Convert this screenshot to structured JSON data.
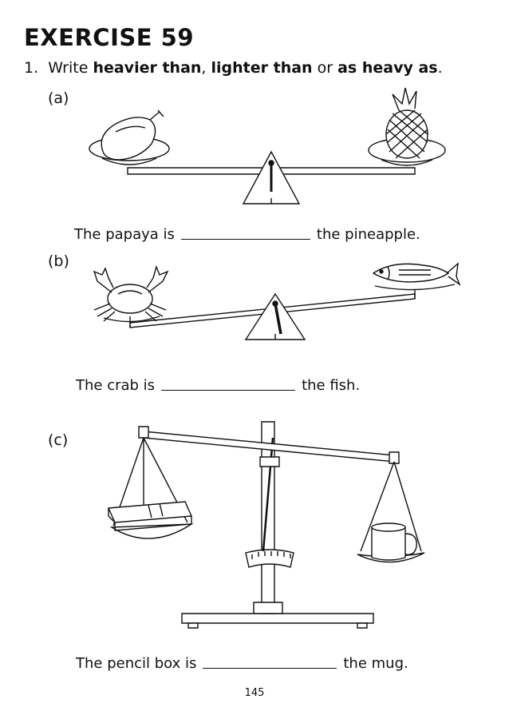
{
  "title": "EXERCISE 59",
  "instruction": {
    "number": "1.",
    "prefix": "Write",
    "option1": "heavier than",
    "sep1": ",",
    "option2": "lighter than",
    "sep2": "or",
    "option3": "as heavy as",
    "end": "."
  },
  "questions": [
    {
      "label": "(a)",
      "before": "The papaya is",
      "after": "the pineapple."
    },
    {
      "label": "(b)",
      "before": "The crab is",
      "after": "the fish."
    },
    {
      "label": "(c)",
      "before": "The pencil box is",
      "after": "the mug."
    }
  ],
  "page_number": "145"
}
